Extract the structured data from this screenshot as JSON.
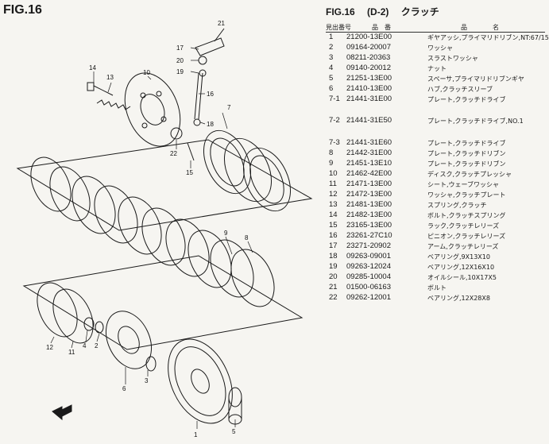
{
  "figure": {
    "title": "FIG.16"
  },
  "diagram": {
    "callouts": [
      "1",
      "2",
      "3",
      "4",
      "5",
      "6",
      "7",
      "8",
      "9",
      "10",
      "11",
      "12",
      "13",
      "14",
      "15",
      "16",
      "17",
      "18",
      "19",
      "20",
      "21",
      "22"
    ]
  },
  "parts_list": {
    "fig": "FIG.16",
    "code": "(D-2)",
    "name": "クラッチ",
    "columns": {
      "ref": "見出番号",
      "part_number": "品　番",
      "description": "品　　　　名"
    },
    "rows": [
      {
        "ref": "1",
        "part_number": "21200-13E00",
        "description": "ギヤアッシ,プライマリドリブン,NT:67/15"
      },
      {
        "ref": "2",
        "part_number": "09164-20007",
        "description": "ワッシャ"
      },
      {
        "ref": "3",
        "part_number": "08211-20363",
        "description": "スラストワッシャ"
      },
      {
        "ref": "4",
        "part_number": "09140-20012",
        "description": "ナット"
      },
      {
        "ref": "5",
        "part_number": "21251-13E00",
        "description": "スペーサ,プライマリドリブンギヤ"
      },
      {
        "ref": "6",
        "part_number": "21410-13E00",
        "description": "ハブ,クラッチスリーブ"
      },
      {
        "ref": "7-1",
        "part_number": "21441-31E00",
        "description": "プレート,クラッチドライブ"
      },
      {
        "ref": "7-2",
        "part_number": "21441-31E50",
        "description": "プレート,クラッチドライブ,NO.1"
      },
      {
        "ref": "7-3",
        "part_number": "21441-31E60",
        "description": "プレート,クラッチドライブ"
      },
      {
        "ref": "8",
        "part_number": "21442-31E00",
        "description": "プレート,クラッチドリブン"
      },
      {
        "ref": "9",
        "part_number": "21451-13E10",
        "description": "プレート,クラッチドリブン"
      },
      {
        "ref": "10",
        "part_number": "21462-42E00",
        "description": "ディスク,クラッチプレッシャ"
      },
      {
        "ref": "11",
        "part_number": "21471-13E00",
        "description": "シート,ウェーブワッシャ"
      },
      {
        "ref": "12",
        "part_number": "21472-13E00",
        "description": "ワッシャ,クラッチプレート"
      },
      {
        "ref": "13",
        "part_number": "21481-13E00",
        "description": "スプリング,クラッチ"
      },
      {
        "ref": "14",
        "part_number": "21482-13E00",
        "description": "ボルト,クラッチスプリング"
      },
      {
        "ref": "15",
        "part_number": "23165-13E00",
        "description": "ラック,クラッチレリーズ"
      },
      {
        "ref": "16",
        "part_number": "23261-27C10",
        "description": "ピニオン,クラッチレリーズ"
      },
      {
        "ref": "17",
        "part_number": "23271-20902",
        "description": "アーム,クラッチレリーズ"
      },
      {
        "ref": "18",
        "part_number": "09263-09001",
        "description": "ベアリング,9X13X10"
      },
      {
        "ref": "19",
        "part_number": "09263-12024",
        "description": "ベアリング,12X16X10"
      },
      {
        "ref": "20",
        "part_number": "09285-10004",
        "description": "オイルシール,10X17X5"
      },
      {
        "ref": "21",
        "part_number": "01500-06163",
        "description": "ボルト"
      },
      {
        "ref": "22",
        "part_number": "09262-12001",
        "description": "ベアリング,12X28X8"
      }
    ]
  },
  "colors": {
    "paper": "#f6f5f1",
    "ink": "#1a1a1a"
  }
}
